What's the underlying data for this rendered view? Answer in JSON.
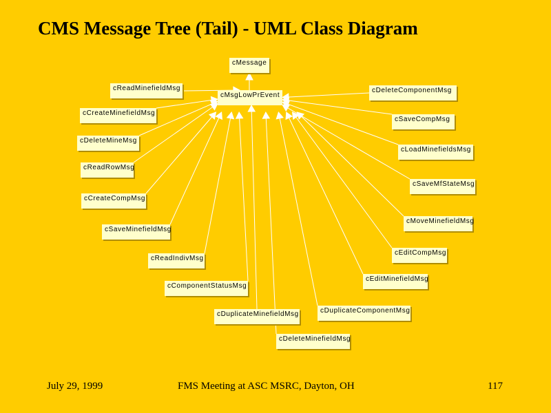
{
  "title": "CMS Message Tree (Tail)  - UML Class Diagram",
  "root_class": "cMessage",
  "intermediate_class": "cMsgLowPrEvent",
  "classes": [
    "cReadMinefieldMsg",
    "cDeleteComponentMsg",
    "cCreateMinefieldMsg",
    "cSaveCompMsg",
    "cDeleteMineMsg",
    "cLoadMinefieldsMsg",
    "cReadRowMsg",
    "cSaveMfStateMsg",
    "cCreateCompMsg",
    "cMoveMinefieldMsg",
    "cSaveMinefieldMsg",
    "cEditCompMsg",
    "cReadIndivMsg",
    "cEditMinefieldMsg",
    "cComponentStatusMsg",
    "cDuplicateMinefieldMsg",
    "cDuplicateComponentMsg",
    "cDeleteMinefieldMsg"
  ],
  "footer": {
    "date": "July 29,  1999",
    "meeting": "FMS Meeting at ASC MSRC, Dayton, OH",
    "page": "117"
  }
}
